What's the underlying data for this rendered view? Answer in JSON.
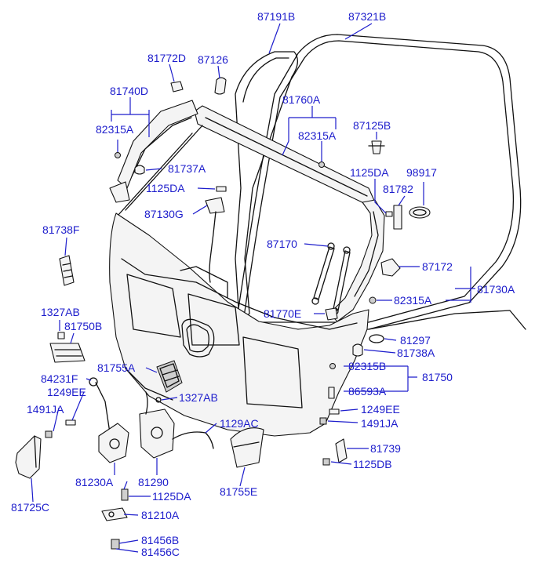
{
  "labels": {
    "l87191B": "87191B",
    "l87321B": "87321B",
    "l81772D": "81772D",
    "l87126": "87126",
    "l81740D": "81740D",
    "l82315A_1": "82315A",
    "l81760A": "81760A",
    "l82315A_2": "82315A",
    "l87125B": "87125B",
    "l81737A": "81737A",
    "l1125DA_1": "1125DA",
    "l98917": "98917",
    "l1125DA_2": "1125DA",
    "l81782": "81782",
    "l87130G": "87130G",
    "l81738F": "81738F",
    "l87170": "87170",
    "l87172": "87172",
    "l82315A_3": "82315A",
    "l81730A": "81730A",
    "l1327AB_1": "1327AB",
    "l81770E": "81770E",
    "l81750B": "81750B",
    "l81297": "81297",
    "l81738A": "81738A",
    "l81755A": "81755A",
    "l82315B": "82315B",
    "l81750": "81750",
    "l84231F": "84231F",
    "l1249EE_1": "1249EE",
    "l86593A": "86593A",
    "l1327AB_2": "1327AB",
    "l1491JA_1": "1491JA",
    "l1249EE_2": "1249EE",
    "l1129AC": "1129AC",
    "l1491JA_2": "1491JA",
    "l81739": "81739",
    "l1125DB": "1125DB",
    "l81230A": "81230A",
    "l81290": "81290",
    "l81725C": "81725C",
    "l1125DA_3": "1125DA",
    "l81755E": "81755E",
    "l81210A": "81210A",
    "l81456B": "81456B",
    "l81456C": "81456C"
  }
}
